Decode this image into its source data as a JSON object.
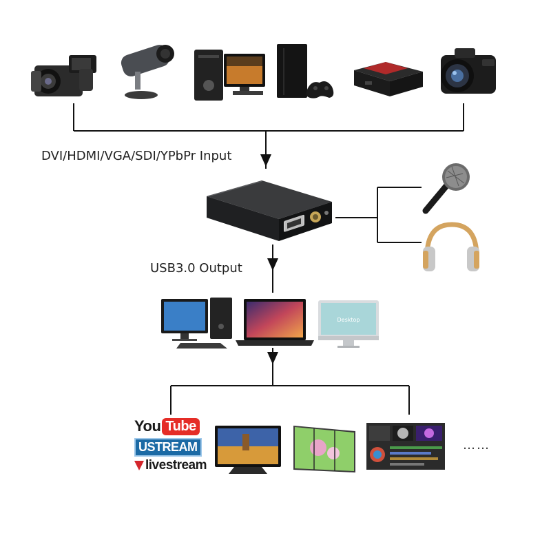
{
  "input_label": "DVI/HDMI/VGA/SDI/YPbPr Input",
  "output_label": "USB3.0 Output",
  "desktop_screen_text": "Desktop",
  "ellipsis": "……",
  "platforms": {
    "youtube_you": "You",
    "youtube_tube": "Tube",
    "ustream": "USTREAM",
    "livestream": "livestream"
  },
  "input_devices": [
    "camcorder-icon",
    "security-camera-icon",
    "desktop-pc-icon",
    "game-console-icon",
    "media-box-icon",
    "dslr-camera-icon"
  ],
  "audio_devices": [
    "microphone-icon",
    "headphones-icon"
  ],
  "computers": [
    "desktop-computer-icon",
    "laptop-icon",
    "all-in-one-icon"
  ],
  "destinations": [
    "streaming-platforms",
    "tv-icon",
    "video-wall-icon",
    "editing-software-icon"
  ]
}
